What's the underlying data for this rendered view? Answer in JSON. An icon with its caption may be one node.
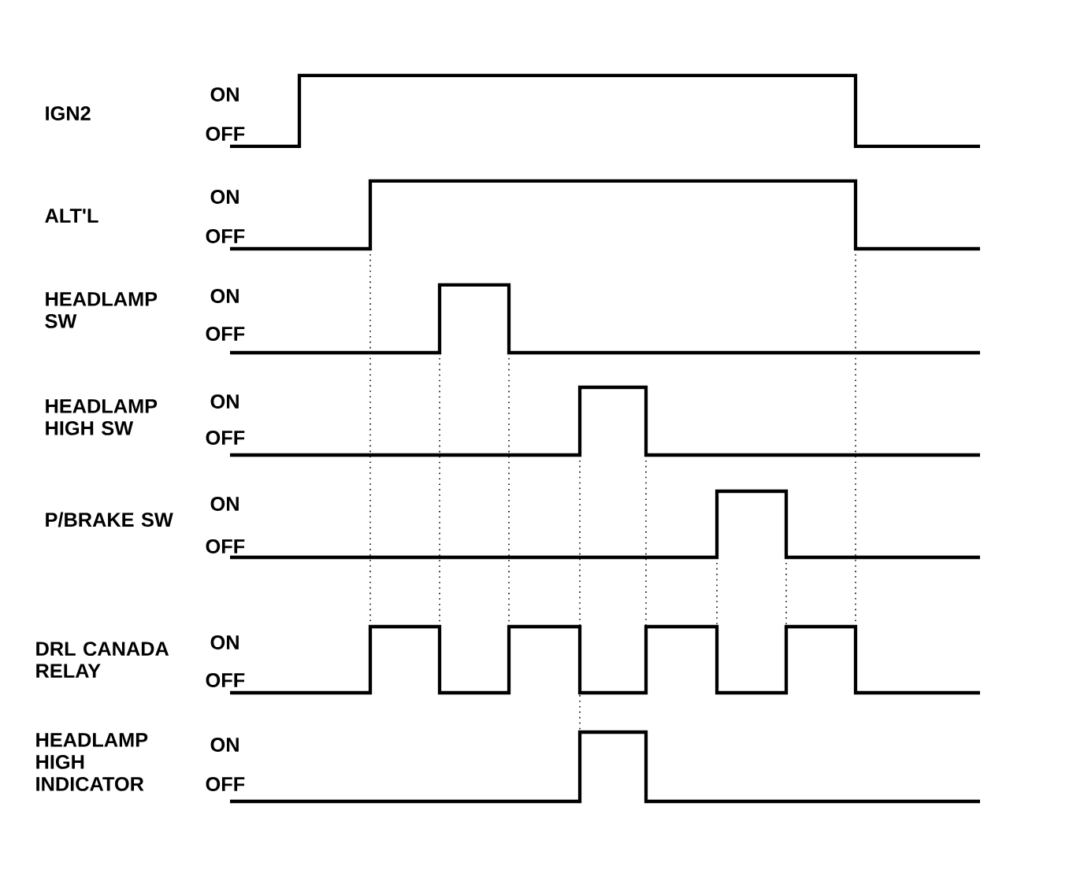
{
  "diagram": {
    "labels": [
      "IGN2",
      "ON",
      "OFF",
      "ALT'L",
      "ON",
      "OFF",
      "HEADLAMP SW",
      "ON",
      "OFF",
      "HEADLAMP HIGH SW",
      "ON",
      "OFF",
      "P/BRAKE SW",
      "ON",
      "OFF",
      "DRL CANADA RELAY",
      "ON",
      "OFF",
      "HEADLAMP HIGH INDICATOR",
      "ON",
      "OFF"
    ]
  }
}
